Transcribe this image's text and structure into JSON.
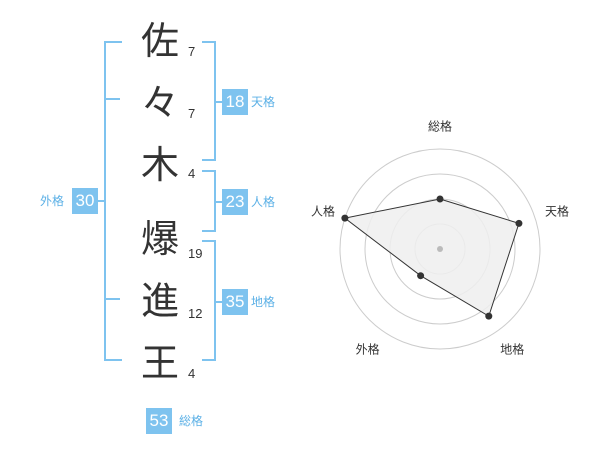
{
  "name": {
    "chars": [
      {
        "char": "佐",
        "strokes": "7"
      },
      {
        "char": "々",
        "strokes": "7"
      },
      {
        "char": "木",
        "strokes": "4"
      },
      {
        "char": "爆",
        "strokes": "19"
      },
      {
        "char": "進",
        "strokes": "12"
      },
      {
        "char": "王",
        "strokes": "4"
      }
    ]
  },
  "kaku": {
    "tenkaku": {
      "value": "18",
      "label": "天格"
    },
    "jinkaku": {
      "value": "23",
      "label": "人格"
    },
    "chikaku": {
      "value": "35",
      "label": "地格"
    },
    "gaikaku": {
      "value": "30",
      "label": "外格"
    },
    "soukaku": {
      "value": "53",
      "label": "総格"
    }
  },
  "colors": {
    "accent": "#7ec3ef",
    "accent_text": "#5bb0e6",
    "text": "#333333",
    "grid": "#cccccc",
    "fill": "#eeeeee"
  },
  "chart_data": {
    "type": "radar",
    "axes": [
      "総格",
      "天格",
      "地格",
      "外格",
      "人格"
    ],
    "values": [
      0.5,
      0.83,
      0.83,
      0.33,
      1.0
    ],
    "rings": 4,
    "range": [
      0,
      1
    ]
  }
}
